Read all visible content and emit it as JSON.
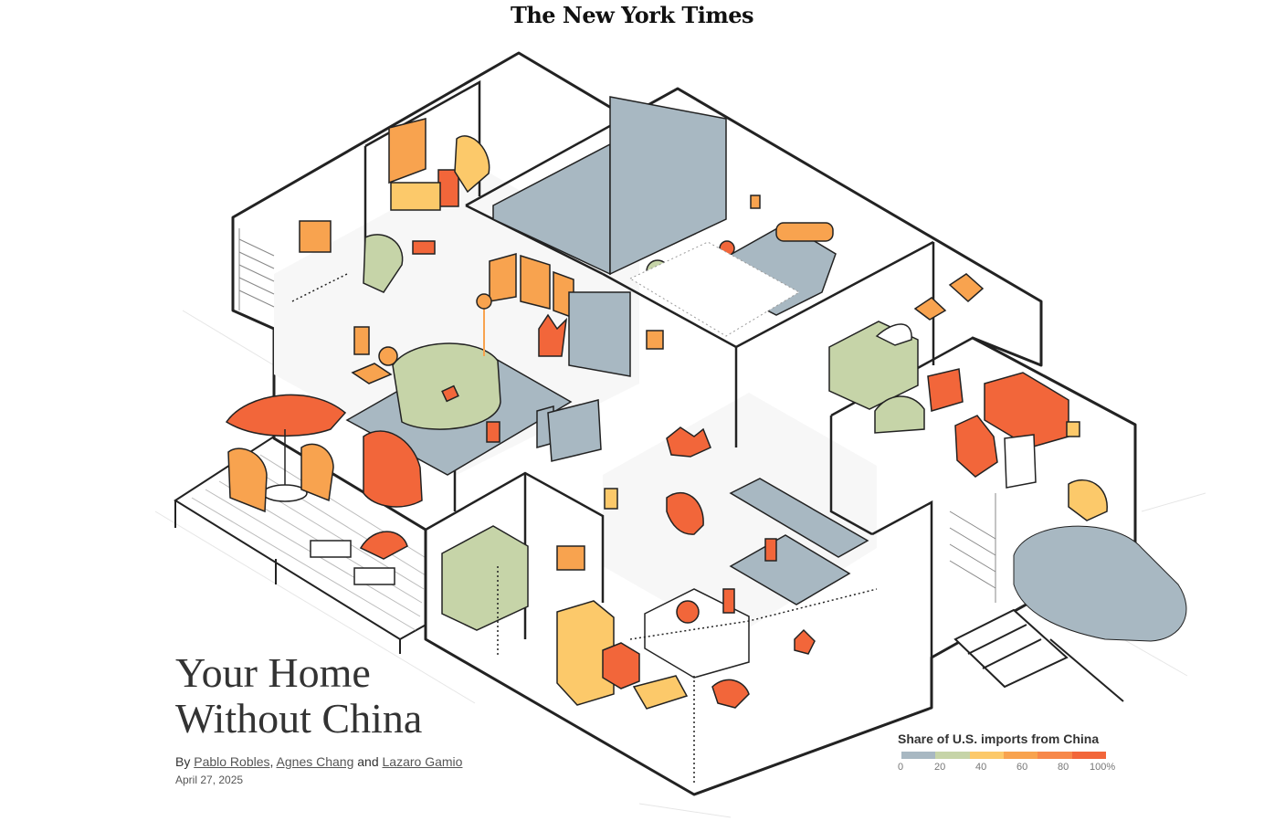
{
  "masthead": "The New York Times",
  "headline_line1": "Your Home",
  "headline_line2": "Without China",
  "byline": {
    "prefix": "By ",
    "authors": [
      "Pablo Robles",
      "Agnes Chang",
      "Lazaro Gamio"
    ],
    "comma": ", ",
    "and": " and "
  },
  "date": "April 27, 2025",
  "legend": {
    "title": "Share of U.S. imports from China",
    "ticks": [
      "0",
      "20",
      "40",
      "60",
      "80",
      "100%"
    ],
    "colors": [
      "#a8b8c2",
      "#c6d4a8",
      "#fcc96a",
      "#f8a34f",
      "#f7884a",
      "#f2663a"
    ]
  },
  "palette": {
    "gray_blue": "#a8b8c2",
    "green": "#c6d4a8",
    "yellow": "#fcc96a",
    "light_orange": "#f8a34f",
    "orange": "#f7884a",
    "red_orange": "#f2663a"
  }
}
